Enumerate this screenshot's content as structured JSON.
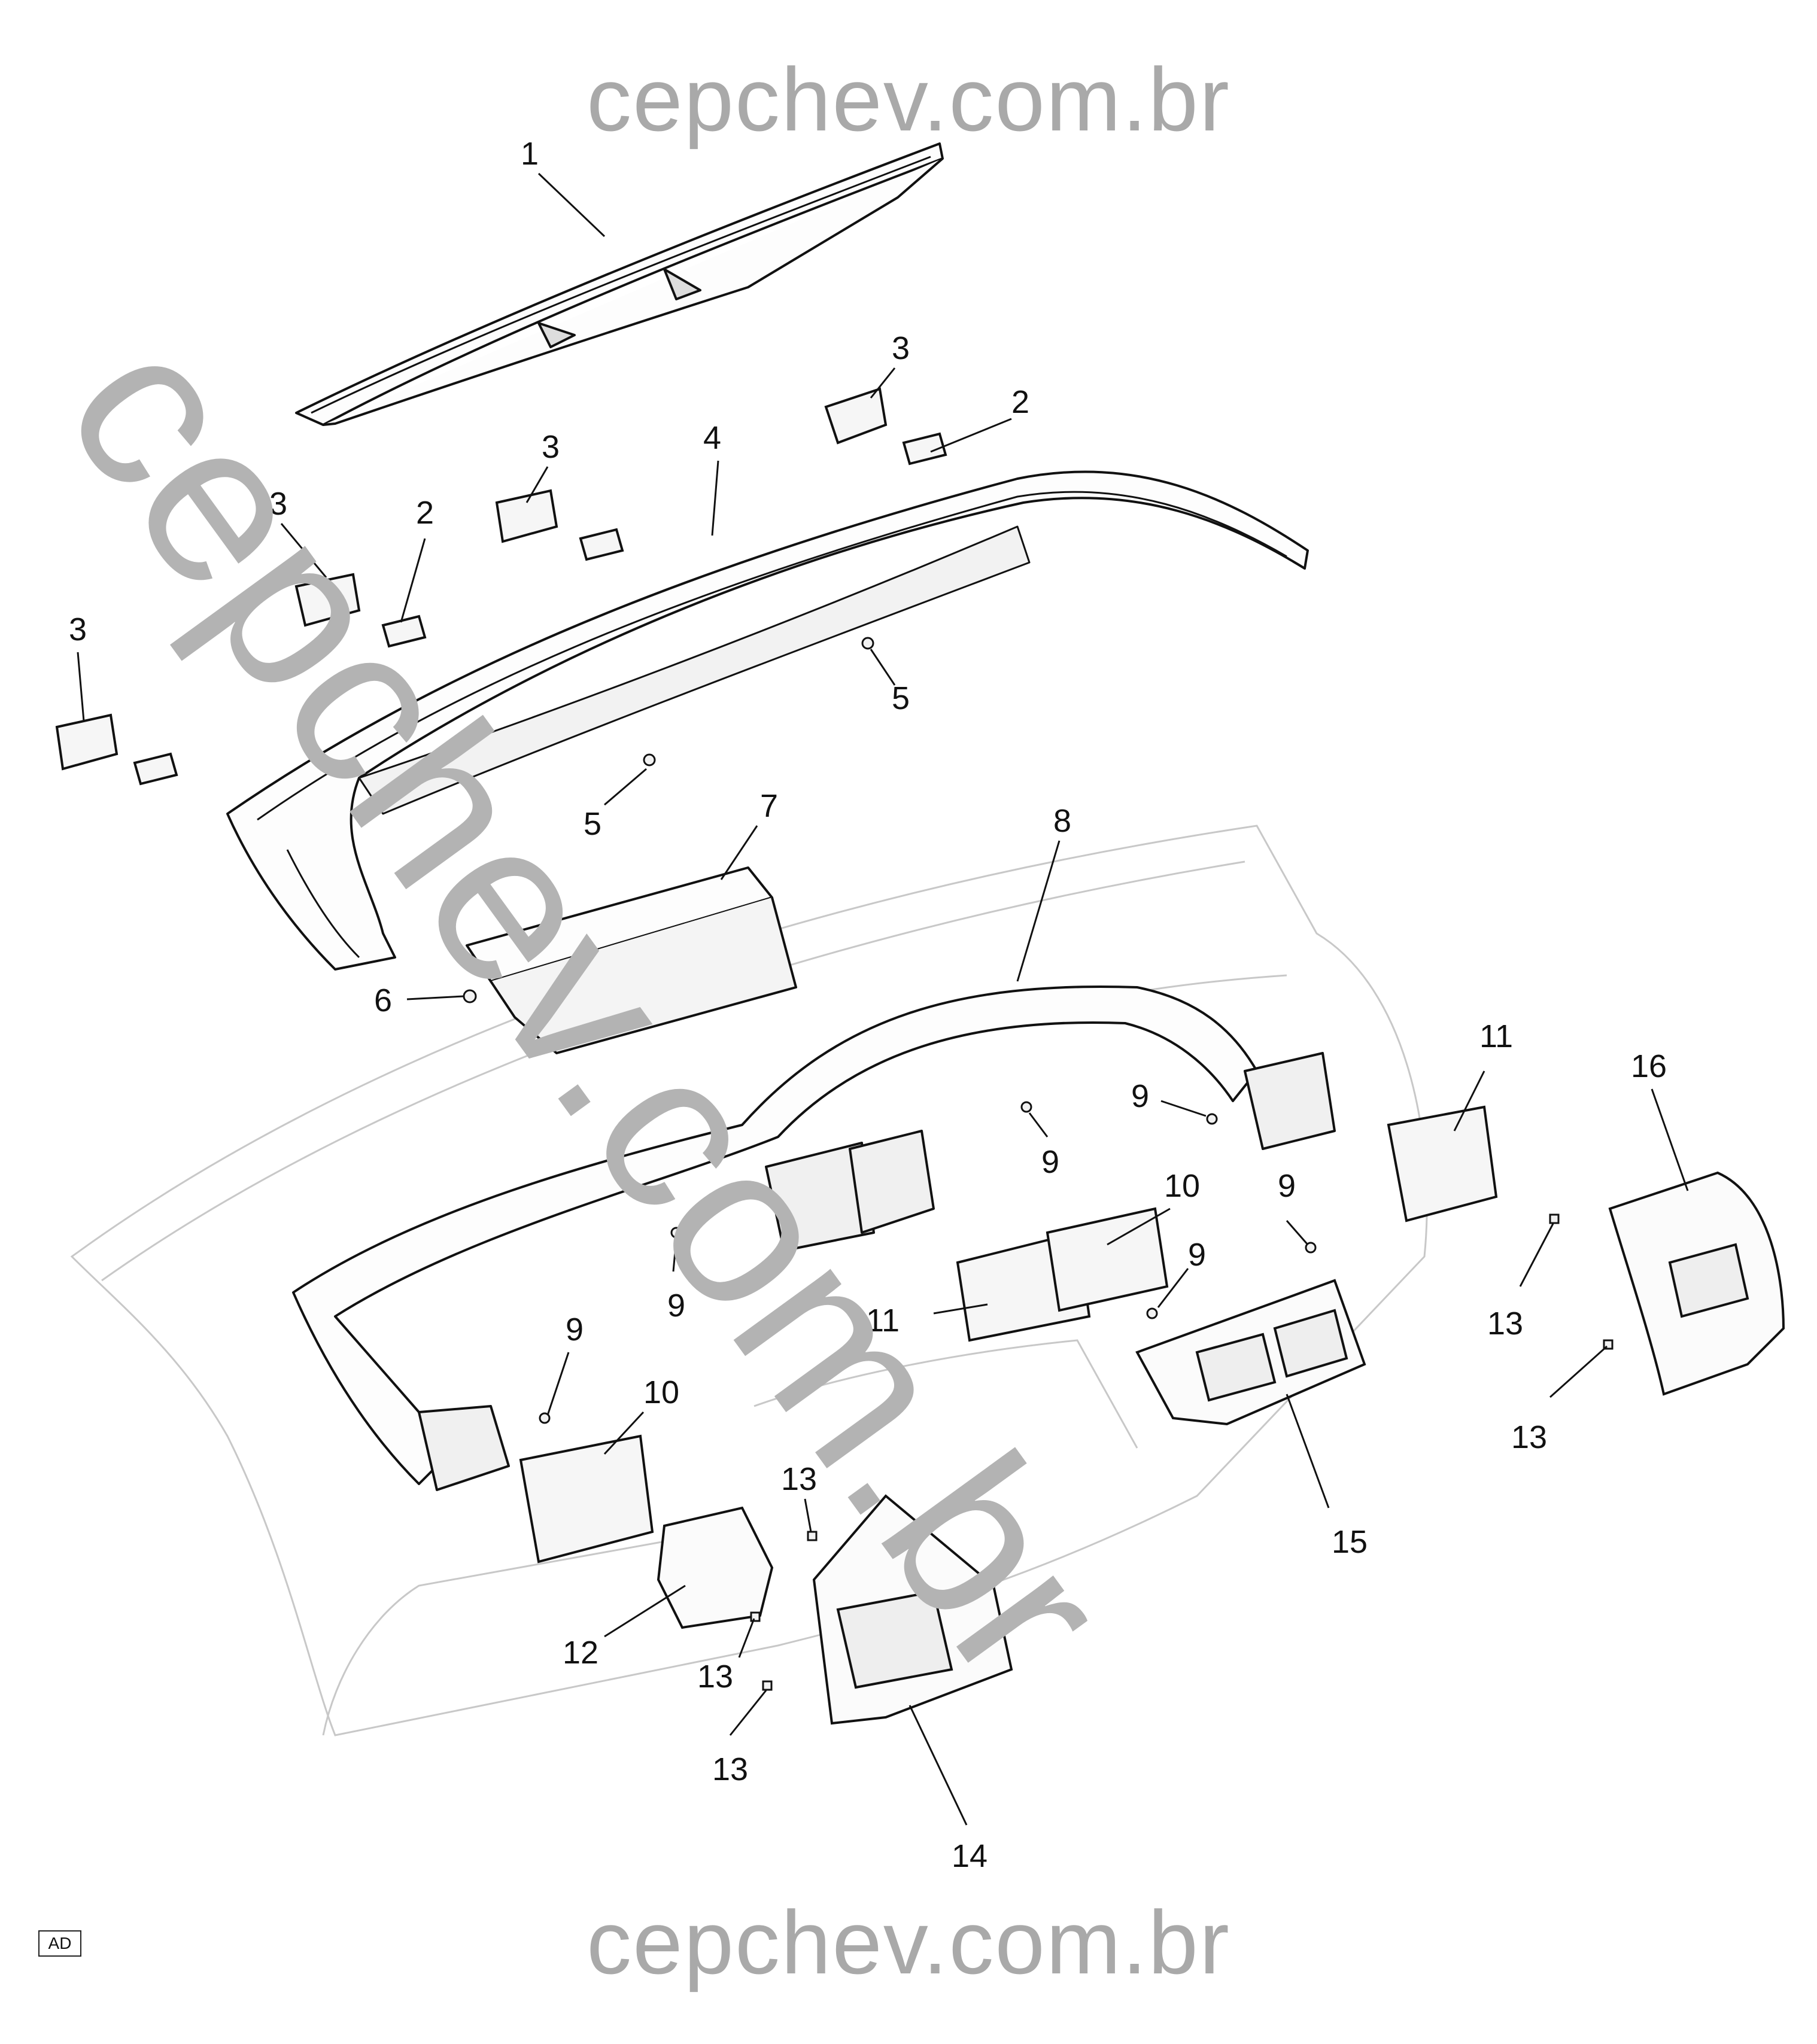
{
  "watermark": {
    "top": "cepchev.com.br",
    "bottom": "cepchev.com.br",
    "diagonal": "cepchev.com.br"
  },
  "badge": "AD",
  "callouts": [
    {
      "id": "c1",
      "text": "1"
    },
    {
      "id": "c2a",
      "text": "2"
    },
    {
      "id": "c2b",
      "text": "2"
    },
    {
      "id": "c3a",
      "text": "3"
    },
    {
      "id": "c3b",
      "text": "3"
    },
    {
      "id": "c3c",
      "text": "3"
    },
    {
      "id": "c3d",
      "text": "3"
    },
    {
      "id": "c4",
      "text": "4"
    },
    {
      "id": "c5a",
      "text": "5"
    },
    {
      "id": "c5b",
      "text": "5"
    },
    {
      "id": "c6",
      "text": "6"
    },
    {
      "id": "c7",
      "text": "7"
    },
    {
      "id": "c8",
      "text": "8"
    },
    {
      "id": "c9a",
      "text": "9"
    },
    {
      "id": "c9b",
      "text": "9"
    },
    {
      "id": "c9c",
      "text": "9"
    },
    {
      "id": "c9d",
      "text": "9"
    },
    {
      "id": "c9e",
      "text": "9"
    },
    {
      "id": "c9f",
      "text": "9"
    },
    {
      "id": "c10a",
      "text": "10"
    },
    {
      "id": "c10b",
      "text": "10"
    },
    {
      "id": "c11a",
      "text": "11"
    },
    {
      "id": "c11b",
      "text": "11"
    },
    {
      "id": "c12",
      "text": "12"
    },
    {
      "id": "c13a",
      "text": "13"
    },
    {
      "id": "c13b",
      "text": "13"
    },
    {
      "id": "c13c",
      "text": "13"
    },
    {
      "id": "c13d",
      "text": "13"
    },
    {
      "id": "c13e",
      "text": "13"
    },
    {
      "id": "c14",
      "text": "14"
    },
    {
      "id": "c15",
      "text": "15"
    },
    {
      "id": "c16",
      "text": "16"
    }
  ]
}
